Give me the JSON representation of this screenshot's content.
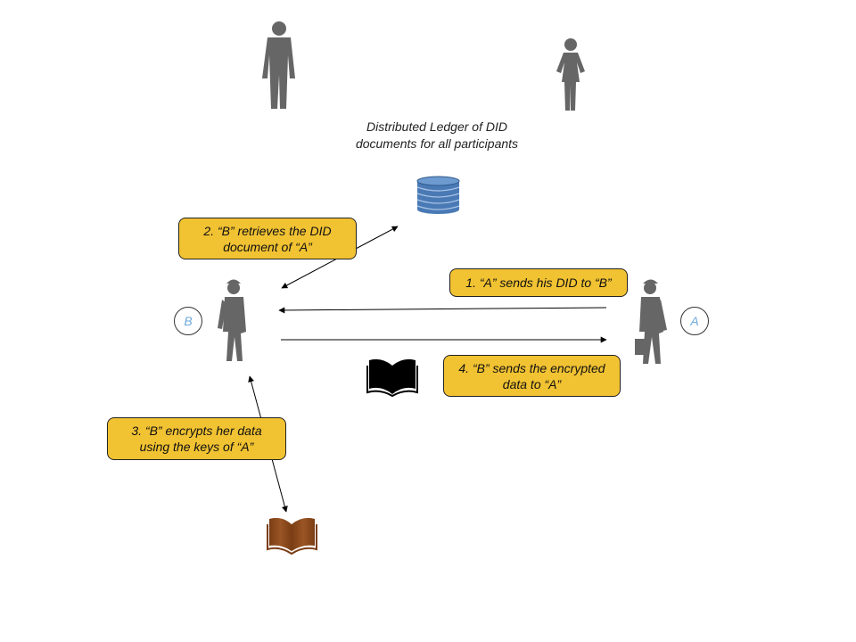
{
  "ledger": {
    "label": "Distributed Ledger of DID\ndocuments for all participants"
  },
  "participants": {
    "b_label": "B",
    "a_label": "A"
  },
  "steps": [
    {
      "text": "1. “A” sends his DID to “B”"
    },
    {
      "text": "2. “B” retrieves the DID\ndocument of  “A”"
    },
    {
      "text": "3.  “B” encrypts her data\nusing the keys of “A”"
    },
    {
      "text": "4. “B” sends the encrypted\ndata to “A”"
    }
  ],
  "colors": {
    "callout_fill": "#f1c232",
    "figure": "#666666",
    "database": "#4a7ab5",
    "book_plain": "#000000",
    "book_encrypted": "#8b4a1f",
    "role_letter": "#6fa8dc"
  },
  "icons": [
    "person-icon",
    "database-icon",
    "book-icon",
    "encrypted-book-icon"
  ]
}
